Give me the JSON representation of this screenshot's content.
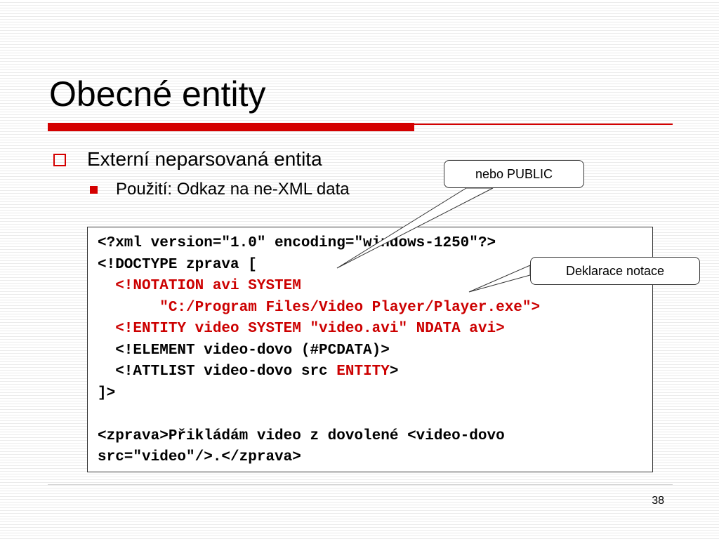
{
  "slide": {
    "title": "Obecné entity",
    "bullet_level1": "Externí neparsovaná entita",
    "bullet_level2": "Použití: Odkaz na ne-XML data",
    "page_number": "38",
    "accent_color": "#d40000"
  },
  "callouts": {
    "public": "nebo PUBLIC",
    "notation": "Deklarace notace"
  },
  "code": {
    "line1": "<?xml version=\"1.0\" encoding=\"windows-1250\"?>",
    "line2": "<!DOCTYPE zprava [",
    "line3": "  <!NOTATION avi SYSTEM",
    "line4": "       \"C:/Program Files/Video Player/Player.exe\">",
    "line5": "  <!ENTITY video SYSTEM \"video.avi\" NDATA avi>",
    "line6": "  <!ELEMENT video-dovo (#PCDATA)>",
    "line7a": "  <!ATTLIST video-dovo src ",
    "line7b": "ENTITY",
    "line7c": ">",
    "line8": "]>",
    "line9": "",
    "line10": "<zprava>Přikládám video z dovolené <video-dovo",
    "line11": "src=\"video\"/>.</zprava>"
  }
}
